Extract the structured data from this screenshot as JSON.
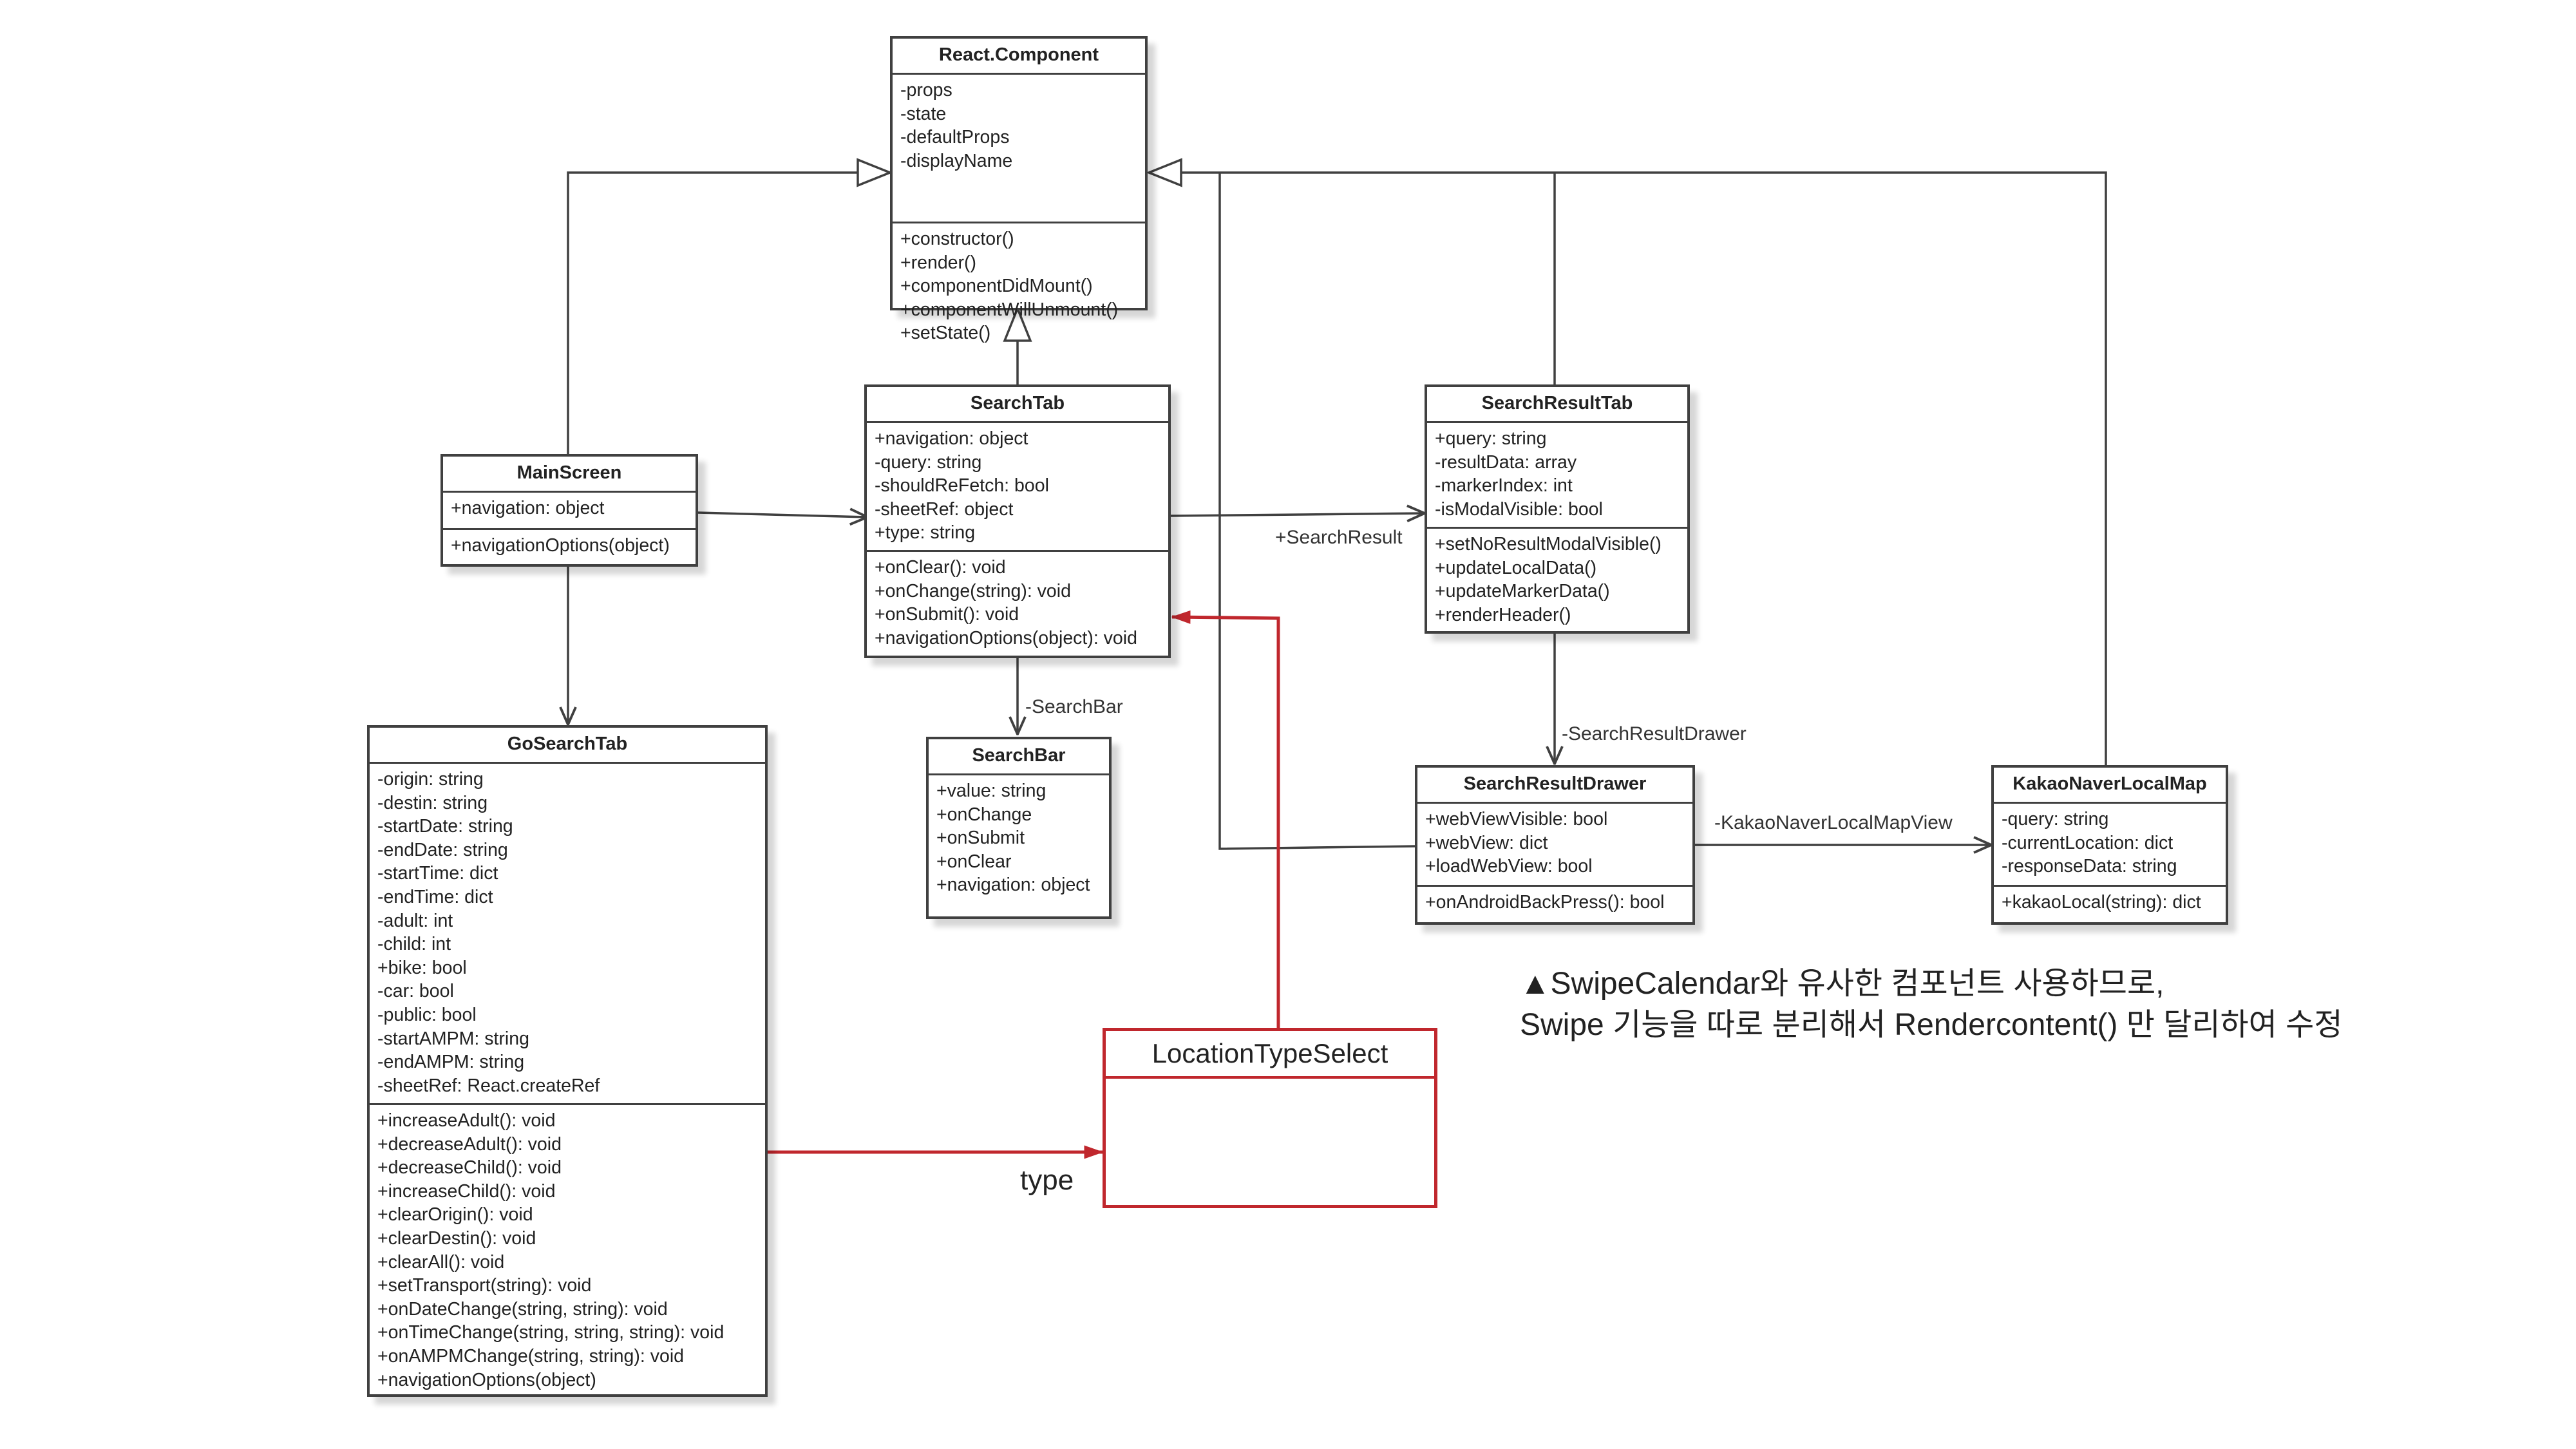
{
  "colors": {
    "box_border": "#404040",
    "line": "#404040",
    "highlight": "#c0272d"
  },
  "classes": {
    "react_component": {
      "name": "React.Component",
      "attributes": [
        "-props",
        "-state",
        "-defaultProps",
        "-displayName"
      ],
      "methods": [
        "+constructor()",
        "+render()",
        "+componentDidMount()",
        "+componentWillUnmount()",
        "+setState()"
      ]
    },
    "search_tab": {
      "name": "SearchTab",
      "attributes": [
        "+navigation: object",
        "-query: string",
        "-shouldReFetch: bool",
        "-sheetRef: object",
        "+type: string"
      ],
      "methods": [
        "+onClear(): void",
        "+onChange(string): void",
        "+onSubmit(): void",
        "+navigationOptions(object): void"
      ]
    },
    "main_screen": {
      "name": "MainScreen",
      "attributes": [
        "+navigation: object"
      ],
      "methods": [
        "+navigationOptions(object)"
      ]
    },
    "search_result_tab": {
      "name": "SearchResultTab",
      "attributes": [
        "+query: string",
        "-resultData: array",
        "-markerIndex: int",
        "-isModalVisible: bool"
      ],
      "methods": [
        "+setNoResultModalVisible()",
        "+updateLocalData()",
        "+updateMarkerData()",
        "+renderHeader()"
      ]
    },
    "search_bar": {
      "name": "SearchBar",
      "attributes": [
        "+value: string",
        "+onChange",
        "+onSubmit",
        "+onClear",
        "+navigation: object"
      ]
    },
    "go_search_tab": {
      "name": "GoSearchTab",
      "attributes": [
        "-origin: string",
        "-destin: string",
        "-startDate: string",
        "-endDate: string",
        "-startTime: dict",
        "-endTime: dict",
        "-adult: int",
        "-child: int",
        "+bike: bool",
        "-car: bool",
        "-public: bool",
        "-startAMPM: string",
        "-endAMPM: string",
        "-sheetRef: React.createRef"
      ],
      "methods": [
        "+increaseAdult(): void",
        "+decreaseAdult(): void",
        "+decreaseChild(): void",
        "+increaseChild(): void",
        "+clearOrigin(): void",
        "+clearDestin(): void",
        "+clearAll(): void",
        "+setTransport(string): void",
        "+onDateChange(string, string): void",
        "+onTimeChange(string, string, string): void",
        "+onAMPMChange(string, string): void",
        "+navigationOptions(object)"
      ]
    },
    "search_result_drawer": {
      "name": "SearchResultDrawer",
      "attributes": [
        "+webViewVisible: bool",
        "+webView: dict",
        "+loadWebView: bool"
      ],
      "methods": [
        "+onAndroidBackPress(): bool"
      ]
    },
    "kakao_naver_local_map": {
      "name": "KakaoNaverLocalMap",
      "attributes": [
        "-query: string",
        "-currentLocation: dict",
        "-responseData: string"
      ],
      "methods": [
        "+kakaoLocal(string): dict"
      ]
    },
    "location_type_select": {
      "name": "LocationTypeSelect"
    }
  },
  "edge_labels": {
    "search_bar": "-SearchBar",
    "search_result": "+SearchResult",
    "search_result_drawer": "-SearchResultDrawer",
    "kakao_map": "-KakaoNaverLocalMapView",
    "type": "type"
  },
  "note": {
    "line1": "▲SwipeCalendar와 유사한 컴포넌트 사용하므로,",
    "line2": "Swipe 기능을 따로 분리해서 Rendercontent() 만 달리하여 수정"
  }
}
